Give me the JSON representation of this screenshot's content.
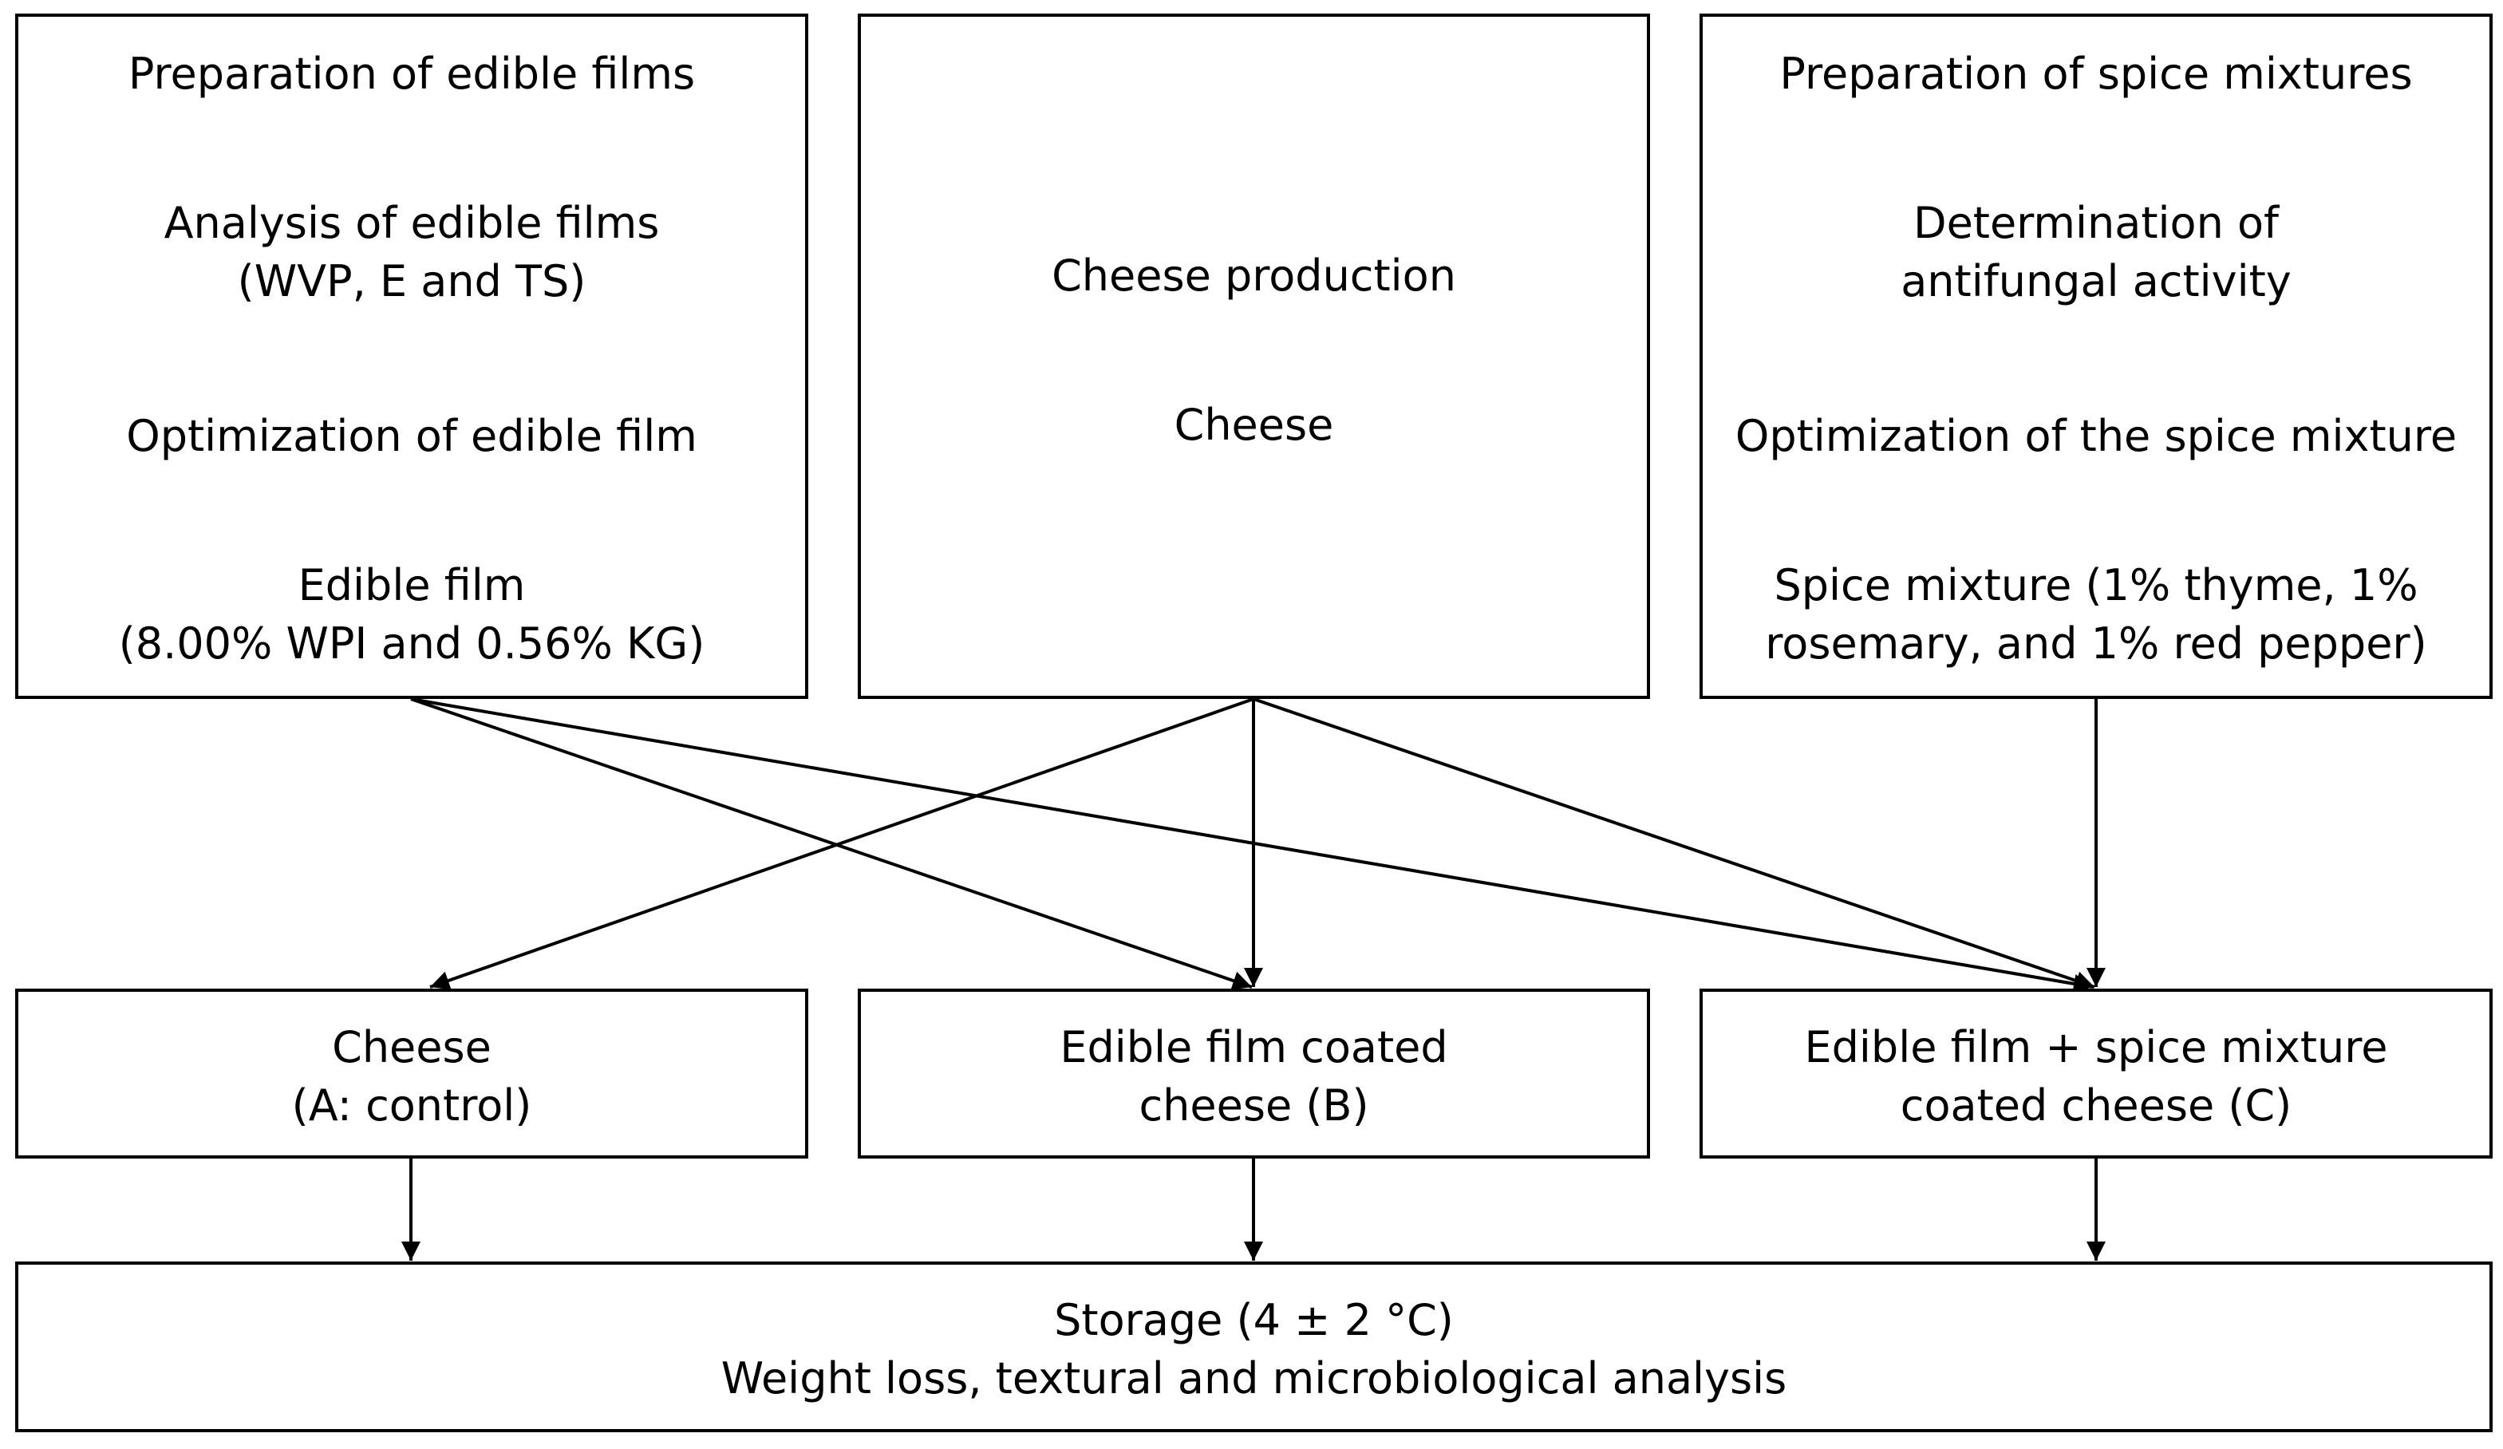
{
  "boxes": {
    "films": {
      "step1": "Preparation of edible films",
      "step2_line1": "Analysis of edible films",
      "step2_line2": "(WVP, E and TS)",
      "step3": "Optimization of edible film",
      "step4_line1": "Edible film",
      "step4_line2": "(8.00% WPI and 0.56% KG)"
    },
    "cheese": {
      "step1": "Cheese production",
      "step2": "Cheese"
    },
    "spice": {
      "step1": "Preparation of spice mixtures",
      "step2_line1": "Determination of",
      "step2_line2": "antifungal activity",
      "step3": "Optimization of the spice mixture",
      "step4_line1": "Spice mixture (1% thyme, 1%",
      "step4_line2": "rosemary, and 1% red pepper)"
    },
    "sample_a": {
      "line1": "Cheese",
      "line2": "(A: control)"
    },
    "sample_b": {
      "line1": "Edible film coated",
      "line2": "cheese (B)"
    },
    "sample_c": {
      "line1": "Edible film + spice mixture",
      "line2": "coated cheese (C)"
    },
    "storage": {
      "line1": "Storage (4 ± 2 °C)",
      "line2": "Weight loss, textural and microbiological analysis"
    }
  }
}
